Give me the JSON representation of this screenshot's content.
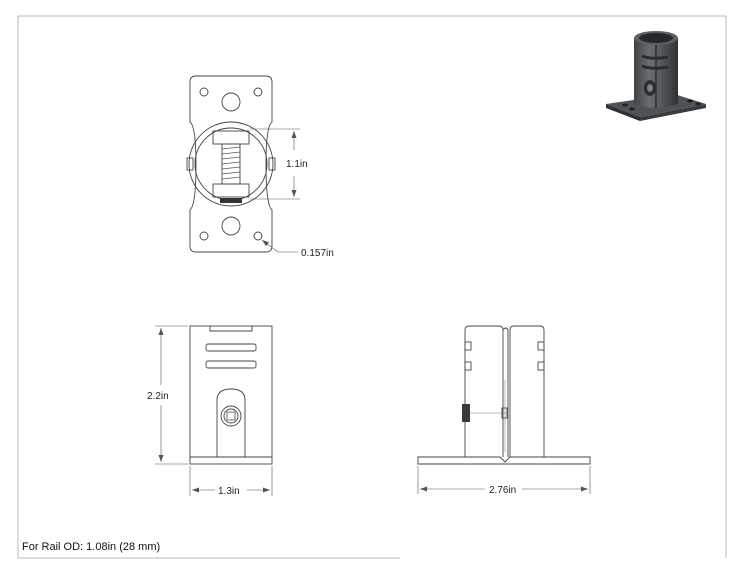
{
  "dimensions": {
    "rail_gap": "1.1in",
    "hole_dia": "0.157in",
    "height": "2.2in",
    "width": "1.3in",
    "base_length": "2.76in"
  },
  "note": "For Rail OD: 1.08in (28 mm)",
  "colors": {
    "line": "#444444",
    "render_body": "#4a4d50",
    "render_highlight": "#7b7f83"
  }
}
